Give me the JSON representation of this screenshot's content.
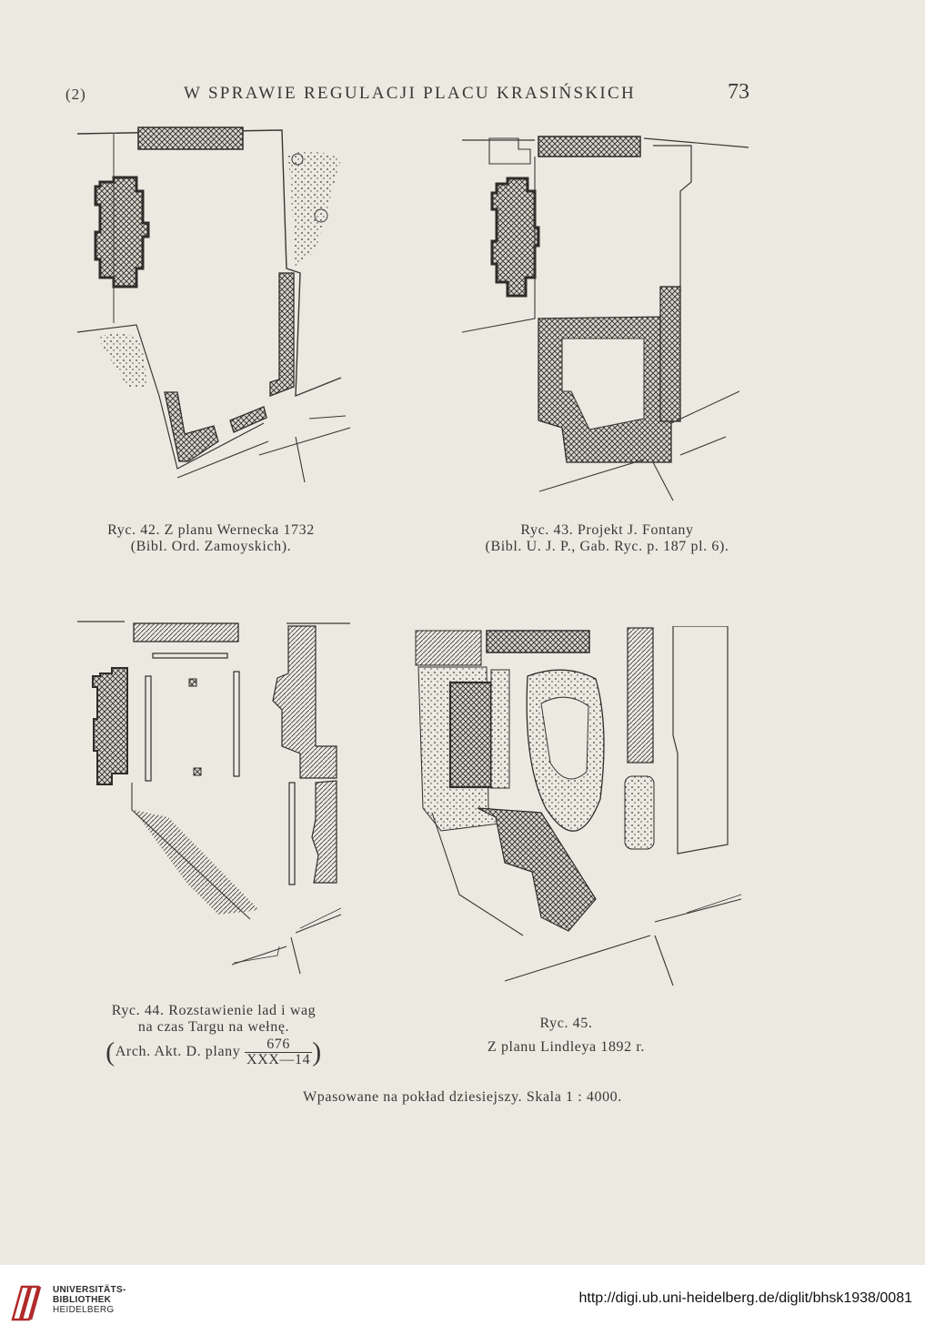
{
  "header": {
    "page_marker": "(2)",
    "title": "W SPRAWIE REGULACJI PLACU KRASIŃSKICH",
    "page_number": "73"
  },
  "figures": [
    {
      "line1": "Ryc. 42. Z planu Wernecka 1732",
      "line2": "(Bibl. Ord. Zamoyskich)."
    },
    {
      "line1": "Ryc. 43. Projekt J. Fontany",
      "line2": "(Bibl. U. J. P., Gab. Ryc. p. 187 pl. 6)."
    },
    {
      "line1": "Ryc. 44. Rozstawienie lad i wag",
      "line2": "na czas Targu na wełnę.",
      "line3_prefix": "Arch. Akt. D. plany",
      "fraction_num": "676",
      "fraction_den": "XXX—14"
    },
    {
      "line1": "Ryc. 45.",
      "line2": "Z planu Lindleya 1892 r."
    }
  ],
  "footer_note": "Wpasowane na pokład dziesiejszy. Skala 1 : 4000.",
  "library": {
    "name_line1": "UNIVERSITÄTS-",
    "name_line2": "BIBLIOTHEK",
    "name_line3": "HEIDELBERG",
    "logo_icon": "library-logo-icon",
    "url": "http://digi.ub.uni-heidelberg.de/diglit/bhsk1938/0081"
  },
  "colors": {
    "paper": "#ebe9e0",
    "ink": "#3a3835",
    "bar": "#ffffff"
  }
}
